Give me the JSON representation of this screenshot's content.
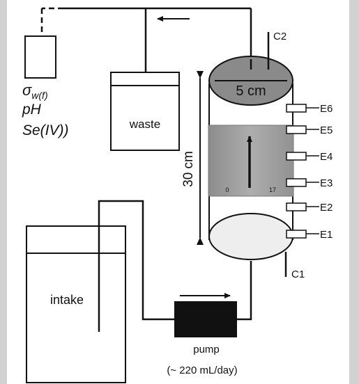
{
  "labels": {
    "waste": "waste",
    "intake": "intake",
    "pump": "pump",
    "pump_rate": "(~ 220 mL/day)",
    "diameter": "5 cm",
    "height": "30 cm",
    "sigma_main": "σ",
    "sigma_sub": "w(f)",
    "ph": "pH",
    "se": "Se(IV))",
    "c1": "C1",
    "c2": "C2",
    "scale_start": "0",
    "scale_end": "17",
    "electrodes": [
      "E1",
      "E2",
      "E3",
      "E4",
      "E5",
      "E6"
    ]
  },
  "icons": {
    "flow_arrow": "left-arrow",
    "pump_arrow": "right-arrow",
    "column_flow_arrow": "up-arrow"
  },
  "colors": {
    "top_cap": "#8a8a8a",
    "column_image": "#9d9d9d",
    "pump_body": "#111111"
  }
}
